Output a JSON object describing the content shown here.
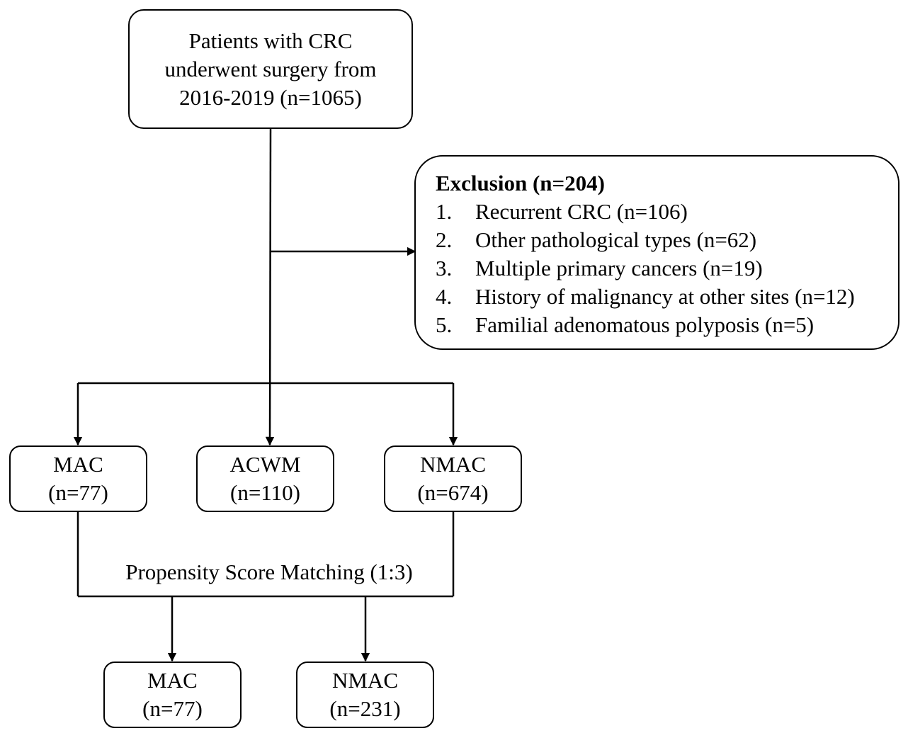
{
  "start": {
    "lines": [
      "Patients with CRC",
      "underwent surgery from",
      "2016-2019 (n=1065)"
    ]
  },
  "exclusion": {
    "title": "Exclusion (n=204)",
    "items": [
      {
        "num": "1.",
        "text": "Recurrent CRC (n=106)"
      },
      {
        "num": "2.",
        "text": "Other pathological types (n=62)"
      },
      {
        "num": "3.",
        "text": "Multiple primary cancers (n=19)"
      },
      {
        "num": "4.",
        "text": "History of malignancy at other sites (n=12)"
      },
      {
        "num": "5.",
        "text": "Familial adenomatous polyposis (n=5)"
      }
    ]
  },
  "groups": {
    "mac": {
      "name": "MAC",
      "n": "(n=77)"
    },
    "acwm": {
      "name": "ACWM",
      "n": "(n=110)"
    },
    "nmac": {
      "name": "NMAC",
      "n": "(n=674)"
    }
  },
  "matching": {
    "label": "Propensity Score Matching (1:3)"
  },
  "matched": {
    "mac": {
      "name": "MAC",
      "n": "(n=77)"
    },
    "nmac": {
      "name": "NMAC",
      "n": "(n=231)"
    }
  }
}
